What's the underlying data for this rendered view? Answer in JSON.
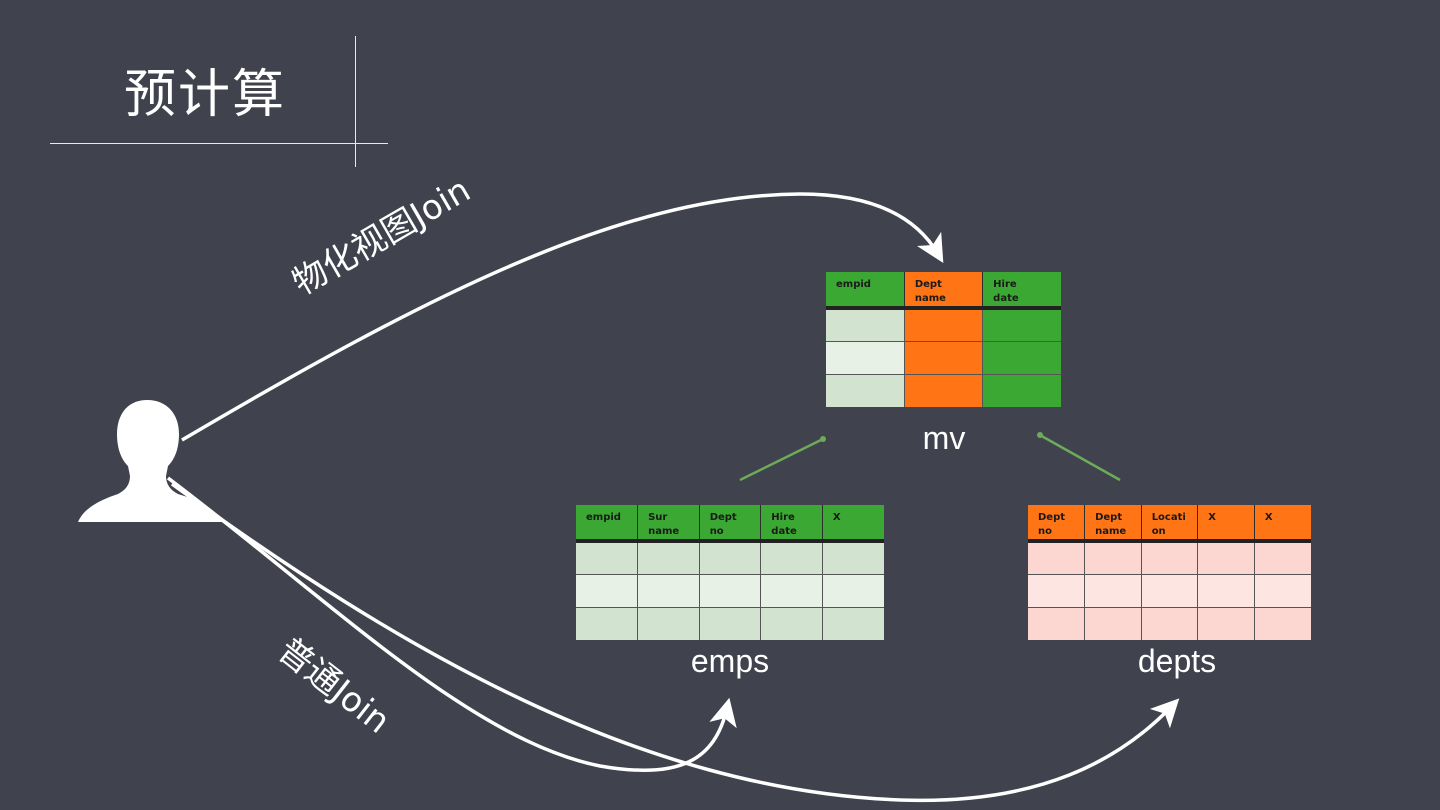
{
  "title": "预计算",
  "labels": {
    "mv_join": "物化视图Join",
    "normal_join": "普通Join"
  },
  "tables": {
    "mv": {
      "caption": "mv",
      "headers": [
        "empid",
        "Dept\nname",
        "Hire\ndate"
      ],
      "rows": 3
    },
    "emps": {
      "caption": "emps",
      "headers": [
        "empid",
        "Sur\nname",
        "Dept\nno",
        "Hire\ndate",
        "X"
      ],
      "rows": 3
    },
    "depts": {
      "caption": "depts",
      "headers": [
        "Dept\nno",
        "Dept\nname",
        "Locati\non",
        "X",
        "X"
      ],
      "rows": 3
    }
  },
  "colors": {
    "background": "#40434e",
    "green": "#3aa832",
    "orange": "#ff7415",
    "light_green_a": "#d2e4d0",
    "light_green_b": "#e8f1e6",
    "light_pink_a": "#fcd7d1",
    "light_pink_b": "#fde6e2",
    "arrow": "#ffffff",
    "connector": "#6cab5a"
  },
  "icons": {
    "user": "user-silhouette-icon"
  }
}
